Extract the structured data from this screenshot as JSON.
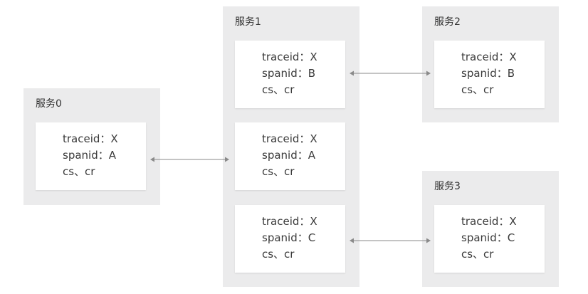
{
  "services": [
    {
      "id": "service0",
      "title": "服务0",
      "spans": [
        {
          "traceid": "traceid：X",
          "spanid": "spanid：A",
          "flags": "cs、cr"
        }
      ]
    },
    {
      "id": "service1",
      "title": "服务1",
      "spans": [
        {
          "traceid": "traceid：X",
          "spanid": "spanid：B",
          "flags": "cs、cr"
        },
        {
          "traceid": "traceid：X",
          "spanid": "spanid：A",
          "flags": "cs、cr"
        },
        {
          "traceid": "traceid：X",
          "spanid": "spanid：C",
          "flags": "cs、cr"
        }
      ]
    },
    {
      "id": "service2",
      "title": "服务2",
      "spans": [
        {
          "traceid": "traceid：X",
          "spanid": "spanid：B",
          "flags": "cs、cr"
        }
      ]
    },
    {
      "id": "service3",
      "title": "服务3",
      "spans": [
        {
          "traceid": "traceid：X",
          "spanid": "spanid：C",
          "flags": "cs、cr"
        }
      ]
    }
  ],
  "colors": {
    "panel_background": "#ebebec",
    "card_background": "#ffffff",
    "text": "#333333",
    "connector": "#8a8a8a"
  }
}
